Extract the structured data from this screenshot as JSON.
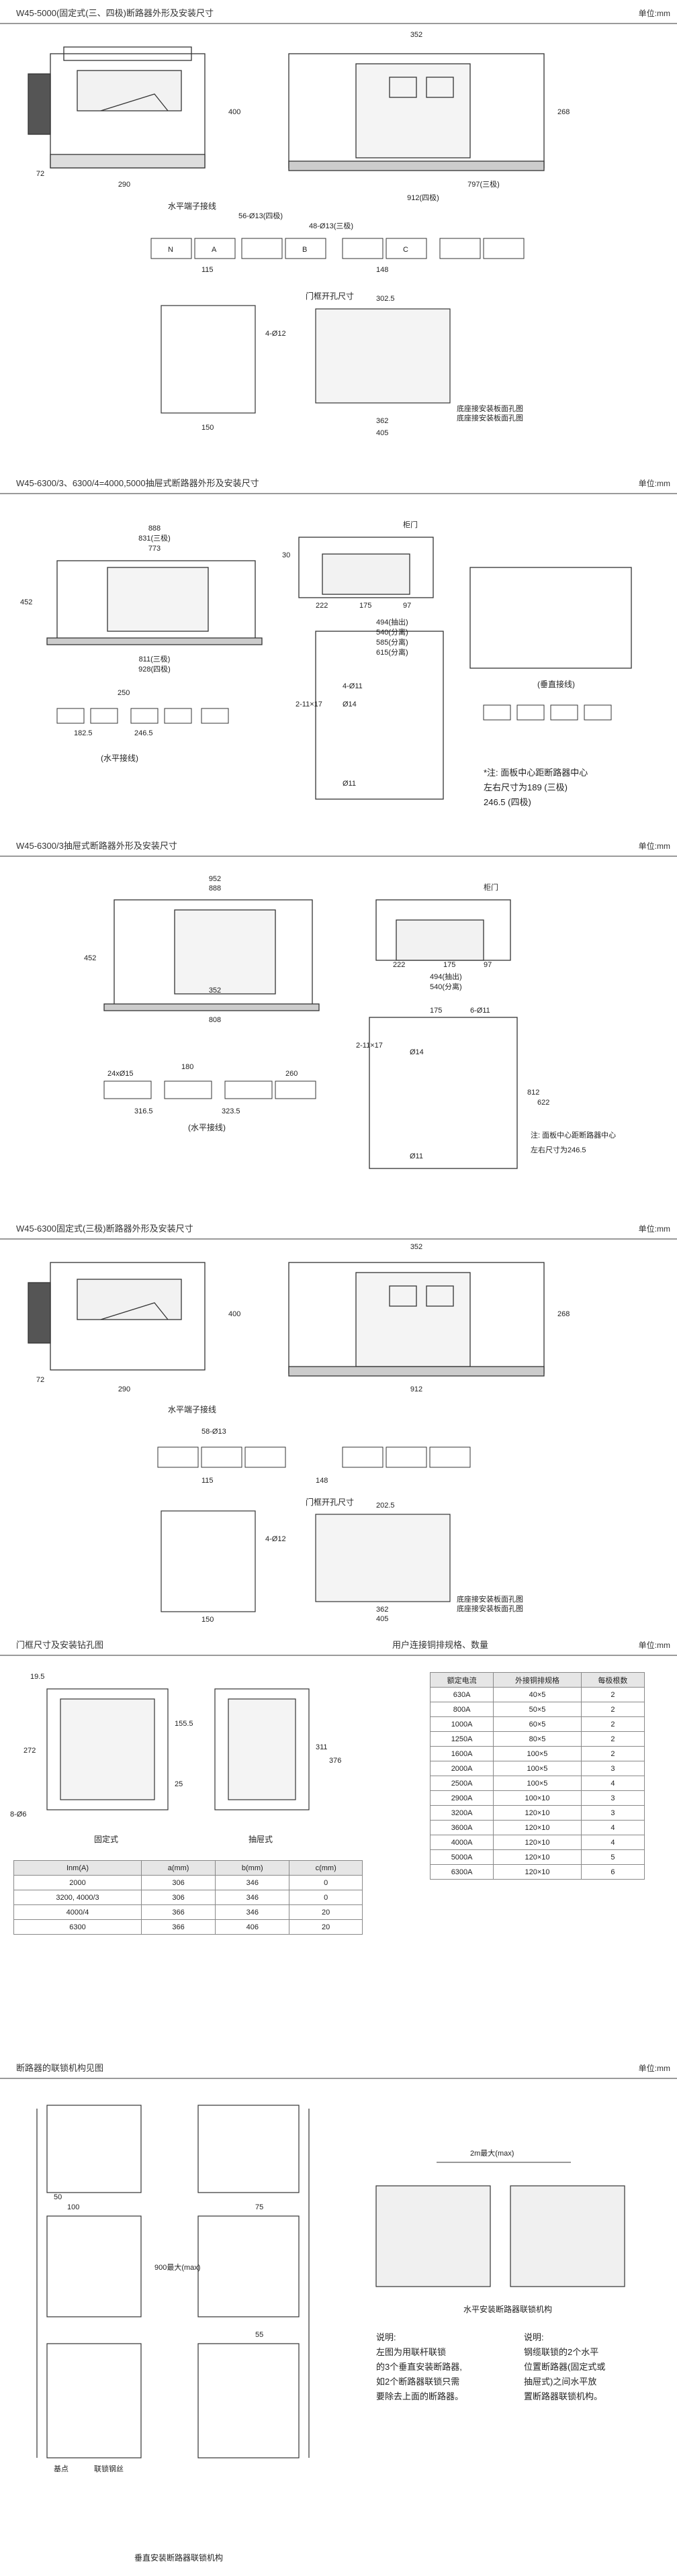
{
  "unit": "单位:mm",
  "sections": {
    "s1": {
      "title": "W45-5000(固定式(三、四极)断路器外形及安装尺寸",
      "caption_terminal": "水平端子接线",
      "caption_cutout": "门框开孔尺寸",
      "dims": {
        "d352": "352",
        "d797": "797(三极)",
        "d912": "912(四极)",
        "d290": "290",
        "d72": "72",
        "d400": "400",
        "d268": "268",
        "d56": "56-Ø13(四极)",
        "d48": "48-Ø13(三极)",
        "d115": "115",
        "d148": "148",
        "d302": "302.5",
        "d4": "4-Ø12",
        "d150": "150",
        "d362": "362",
        "d405": "405"
      },
      "poles": [
        "N",
        "A",
        "B",
        "C"
      ],
      "legend": [
        "底座接安装板面孔图",
        "底座接安装板面孔图"
      ]
    },
    "s2": {
      "title": "W45-6300/3、6300/4=4000,5000抽屉式断路器外形及安装尺寸",
      "caption_terminal": "(水平接线)",
      "caption_vertical": "(垂直接线)",
      "door": "柜门",
      "dims": {
        "d888": "888",
        "d831": "831(三极)",
        "d773": "773",
        "d811": "811(三极)",
        "d928": "928(四极)",
        "d452": "452",
        "d494": "494(抽出)",
        "d540": "540(分离)",
        "d585": "585(分离)",
        "d615": "615(分离)",
        "d222": "222",
        "d175": "175",
        "d97": "97",
        "d30": "30",
        "d4": "4-Ø11",
        "d2": "2-11×17",
        "d14": "Ø14",
        "d11": "Ø11",
        "d250": "250",
        "d182": "182.5",
        "d246": "246.5"
      },
      "note": [
        "*注: 面板中心距断路器中心",
        "左右尺寸为189 (三极)",
        "246.5 (四极)"
      ]
    },
    "s3": {
      "title": "W45-6300/3抽屉式断路器外形及安装尺寸",
      "caption_terminal": "(水平接线)",
      "door": "柜门",
      "dims": {
        "d952": "952",
        "d888": "888",
        "d352": "352",
        "d808": "808",
        "d452": "452",
        "d494": "494(抽出)",
        "d540": "540(分离)",
        "d222": "222",
        "d175": "175",
        "d97": "97",
        "d24": "24xØ15",
        "d180": "180",
        "d260": "260",
        "d316": "316.5",
        "d323": "323.5",
        "d175b": "175",
        "d6": "6-Ø11",
        "d2": "2-11×17",
        "d14": "Ø14",
        "d11": "Ø11",
        "d812": "812",
        "d622": "622"
      },
      "note": [
        "注: 面板中心距断路器中心",
        "左右尺寸为246.5"
      ]
    },
    "s4": {
      "title": "W45-6300固定式(三极)断路器外形及安装尺寸",
      "caption_terminal": "水平端子接线",
      "caption_cutout": "门框开孔尺寸",
      "dims": {
        "d352": "352",
        "d912": "912",
        "d290": "290",
        "d72": "72",
        "d400": "400",
        "d268": "268",
        "d58": "58-Ø13",
        "d115": "115",
        "d148": "148",
        "d202": "202.5",
        "d4": "4-Ø12",
        "d150": "150",
        "d362": "362",
        "d405": "405"
      },
      "legend": [
        "底座接安装板面孔图",
        "底座接安装板面孔图"
      ]
    },
    "s5": {
      "title": "门框尺寸及安装钻孔图",
      "cap_fixed": "固定式",
      "cap_draw": "抽屉式",
      "dims": {
        "d19": "19.5",
        "d272": "272",
        "d155": "155.5",
        "d25": "25",
        "d8": "8-Ø6",
        "d311": "311",
        "d376": "376"
      },
      "dim_table": {
        "headers": [
          "Inm(A)",
          "a(mm)",
          "b(mm)",
          "c(mm)"
        ],
        "rows": [
          [
            "2000",
            "306",
            "346",
            "0"
          ],
          [
            "3200, 4000/3",
            "306",
            "346",
            "0"
          ],
          [
            "4000/4",
            "366",
            "346",
            "20"
          ],
          [
            "6300",
            "366",
            "406",
            "20"
          ]
        ]
      }
    },
    "s6": {
      "title": "用户连接铜排规格、数量",
      "headers": [
        "额定电流",
        "外接铜排规格",
        "每极根数"
      ],
      "rows": [
        [
          "630A",
          "40×5",
          "2"
        ],
        [
          "800A",
          "50×5",
          "2"
        ],
        [
          "1000A",
          "60×5",
          "2"
        ],
        [
          "1250A",
          "80×5",
          "2"
        ],
        [
          "1600A",
          "100×5",
          "2"
        ],
        [
          "2000A",
          "100×5",
          "3"
        ],
        [
          "2500A",
          "100×5",
          "4"
        ],
        [
          "2900A",
          "100×10",
          "3"
        ],
        [
          "3200A",
          "120×10",
          "3"
        ],
        [
          "3600A",
          "120×10",
          "4"
        ],
        [
          "4000A",
          "120×10",
          "4"
        ],
        [
          "5000A",
          "120×10",
          "5"
        ],
        [
          "6300A",
          "120×10",
          "6"
        ]
      ]
    },
    "s7": {
      "title": "断路器的联锁机构见图",
      "cap_vertical": "垂直安装断路器联锁机构",
      "cap_horizontal": "水平安装断路器联锁机构",
      "dist": "2m最大(max)",
      "dims": {
        "d50": "50",
        "d100": "100",
        "d900": "900最大(max)",
        "d75": "75",
        "d55": "55"
      },
      "labels": {
        "fixed_point": "基点",
        "link_cable": "联锁钢丝"
      },
      "note_left": [
        "说明:",
        "左图为用联杆联锁",
        "的3个垂直安装断路器,",
        "如2个断路器联锁只需",
        "要除去上面的断路器。"
      ],
      "note_right": [
        "说明:",
        "钢缆联锁的2个水平",
        "位置断路器(固定式或",
        "抽屉式)之间水平放",
        "置断路器联锁机构。"
      ]
    }
  }
}
